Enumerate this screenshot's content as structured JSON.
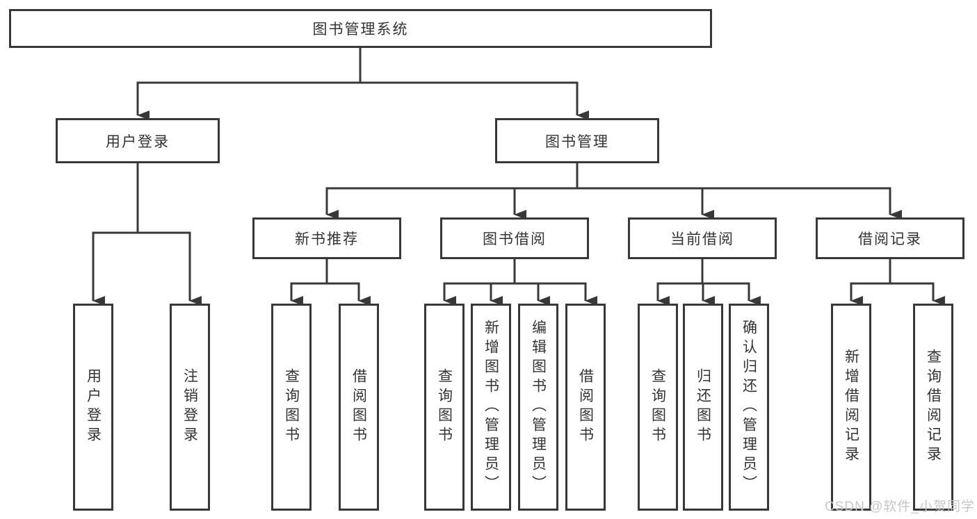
{
  "diagram": {
    "type": "hierarchy-tree",
    "title": "图书管理系统",
    "colors": {
      "line": "#383838",
      "box_border": "#383838",
      "box_fill": "#ffffff",
      "text": "#333333",
      "watermark": "#c6c6c6",
      "background": "#ffffff"
    },
    "watermark": "CSDN @软件_小贺同学"
  },
  "nodes": {
    "root": {
      "label": "图书管理系统"
    },
    "user_login": {
      "label": "用户登录"
    },
    "book_mgmt": {
      "label": "图书管理"
    },
    "new_book_rec": {
      "label": "新书推荐"
    },
    "book_borrow": {
      "label": "图书借阅"
    },
    "current_borrow": {
      "label": "当前借阅"
    },
    "borrow_records": {
      "label": "借阅记录"
    },
    "ul_user_login": {
      "label": "用户登录"
    },
    "ul_logout": {
      "label": "注销登录"
    },
    "nb_query_book": {
      "label": "查询图书"
    },
    "nb_borrow_book": {
      "label": "借阅图书"
    },
    "bb_query_book": {
      "label": "查询图书"
    },
    "bb_add_book": {
      "label": "新增图书（管理员）"
    },
    "bb_edit_book": {
      "label": "编辑图书（管理员）"
    },
    "bb_borrow_book": {
      "label": "借阅图书"
    },
    "cb_query_book": {
      "label": "查询图书"
    },
    "cb_return_book": {
      "label": "归还图书"
    },
    "cb_confirm_return": {
      "label": "确认归还（管理员）"
    },
    "br_add_record": {
      "label": "新增借阅记录"
    },
    "br_query_record": {
      "label": "查询借阅记录"
    }
  },
  "edges": [
    [
      "root",
      "user_login"
    ],
    [
      "root",
      "book_mgmt"
    ],
    [
      "user_login",
      "ul_user_login"
    ],
    [
      "user_login",
      "ul_logout"
    ],
    [
      "book_mgmt",
      "new_book_rec"
    ],
    [
      "book_mgmt",
      "book_borrow"
    ],
    [
      "book_mgmt",
      "current_borrow"
    ],
    [
      "book_mgmt",
      "borrow_records"
    ],
    [
      "new_book_rec",
      "nb_query_book"
    ],
    [
      "new_book_rec",
      "nb_borrow_book"
    ],
    [
      "book_borrow",
      "bb_query_book"
    ],
    [
      "book_borrow",
      "bb_add_book"
    ],
    [
      "book_borrow",
      "bb_edit_book"
    ],
    [
      "book_borrow",
      "bb_borrow_book"
    ],
    [
      "current_borrow",
      "cb_query_book"
    ],
    [
      "current_borrow",
      "cb_return_book"
    ],
    [
      "current_borrow",
      "cb_confirm_return"
    ],
    [
      "borrow_records",
      "br_add_record"
    ],
    [
      "borrow_records",
      "br_query_record"
    ]
  ]
}
